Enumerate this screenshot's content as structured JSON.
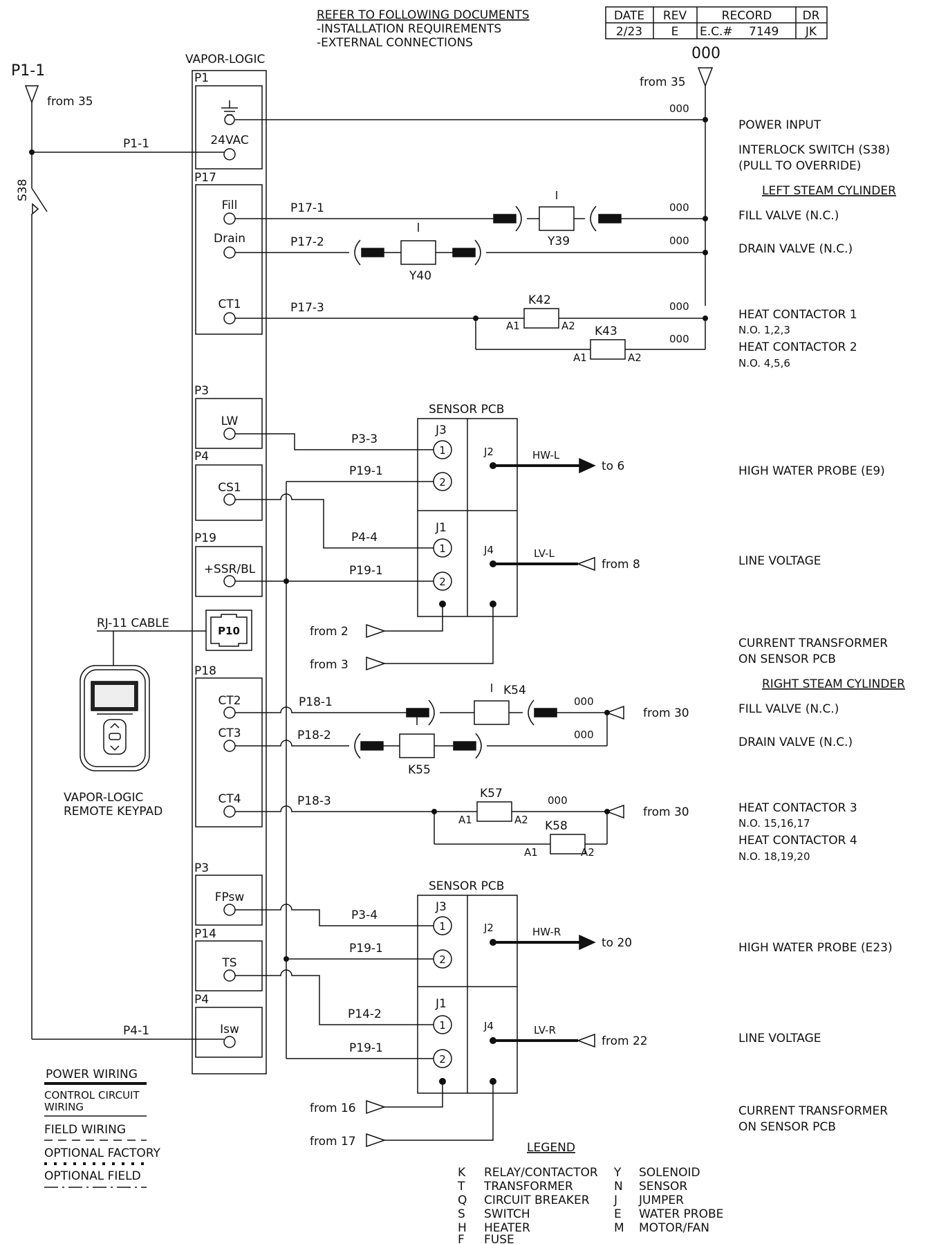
{
  "title_block": {
    "headers": [
      "DATE",
      "REV",
      "RECORD",
      "DR"
    ],
    "values": [
      "2/23",
      "E",
      "E.C.#",
      "7149",
      "JK"
    ]
  },
  "refer_notes": {
    "heading": "REFER TO FOLLOWING DOCUMENTS",
    "items": [
      "-INSTALLATION REQUIREMENTS",
      "-EXTERNAL CONNECTIONS"
    ]
  },
  "controller": {
    "title": "VAPOR-LOGIC",
    "groups": [
      "P1",
      "P17",
      "P3",
      "P4",
      "P19",
      "P18",
      "P3",
      "P14",
      "P4"
    ],
    "terminals": [
      "24VAC",
      "Fill",
      "Drain",
      "CT1",
      "LW",
      "CS1",
      "+SSR/BL",
      "CT2",
      "CT3",
      "CT4",
      "FPsw",
      "TS",
      "Isw"
    ],
    "p10_label": "P10"
  },
  "left_side": {
    "p1_1_big": "P1-1",
    "from_35": "from 35",
    "p1_1_wire": "P1-1",
    "s38": "S38",
    "p4_1": "P4-1",
    "rj11": "RJ-11 CABLE",
    "keypad_label_1": "VAPOR-LOGIC",
    "keypad_label_2": "REMOTE KEYPAD"
  },
  "right_bus": {
    "node_label": "000",
    "from_35": "from 35",
    "wire_label": "000"
  },
  "wires": {
    "p17_1": "P17-1",
    "p17_2": "P17-2",
    "p17_3": "P17-3",
    "p3_3": "P3-3",
    "p19_1a": "P19-1",
    "p4_4": "P4-4",
    "p19_1b": "P19-1",
    "p18_1": "P18-1",
    "p18_2": "P18-2",
    "p18_3": "P18-3",
    "p3_4": "P3-4",
    "p19_1c": "P19-1",
    "p14_2": "P14-2",
    "p19_1d": "P19-1"
  },
  "components": {
    "y39": "Y39",
    "y40": "Y40",
    "k42": "K42",
    "k43": "K43",
    "k54": "K54",
    "k55": "K55",
    "k57": "K57",
    "k58": "K58",
    "a1": "A1",
    "a2": "A2"
  },
  "sensor_pcb": {
    "title": "SENSOR PCB",
    "j3": "J3",
    "j1": "J1",
    "j2": "J2",
    "j4": "J4",
    "pin1": "1",
    "pin2": "2",
    "hw_l": "HW-L",
    "lv_l": "LV-L",
    "hw_r": "HW-R",
    "lv_r": "LV-R",
    "to_6": "to 6",
    "from_8": "from 8",
    "to_20": "to 20",
    "from_22": "from 22",
    "from_2": "from 2",
    "from_3": "from 3",
    "from_16": "from 16",
    "from_17": "from 17",
    "from_30": "from 30"
  },
  "right_labels": {
    "power_input": "POWER INPUT",
    "interlock_1": "INTERLOCK SWITCH (S38)",
    "interlock_2": "(PULL TO OVERRIDE)",
    "left_cyl": "LEFT STEAM CYLINDER",
    "fill_valve": "FILL VALVE (N.C.)",
    "drain_valve": "DRAIN VALVE (N.C.)",
    "hc1": "HEAT CONTACTOR 1",
    "hc1_no": "N.O.   1,2,3",
    "hc2": "HEAT CONTACTOR 2",
    "hc2_no": "N.O.   4,5,6",
    "hwp_e9": "HIGH WATER PROBE (E9)",
    "line_voltage": "LINE VOLTAGE",
    "ct_1": "CURRENT TRANSFORMER",
    "ct_2": "ON SENSOR PCB",
    "right_cyl": "RIGHT STEAM CYLINDER",
    "hc3": "HEAT CONTACTOR 3",
    "hc3_no": "N.O.  15,16,17",
    "hc4": "HEAT CONTACTOR 4",
    "hc4_no": "N.O.  18,19,20",
    "hwp_e23": "HIGH WATER PROBE (E23)"
  },
  "wiring_key": {
    "power": "POWER WIRING",
    "control_1": "CONTROL CIRCUIT",
    "control_2": "WIRING",
    "field": "FIELD WIRING",
    "opt_factory": "OPTIONAL FACTORY",
    "opt_field": "OPTIONAL FIELD"
  },
  "legend": {
    "title": "LEGEND",
    "left": [
      {
        "code": "K",
        "text": "RELAY/CONTACTOR"
      },
      {
        "code": "T",
        "text": "TRANSFORMER"
      },
      {
        "code": "Q",
        "text": "CIRCUIT BREAKER"
      },
      {
        "code": "S",
        "text": "SWITCH"
      },
      {
        "code": "H",
        "text": "HEATER"
      },
      {
        "code": "F",
        "text": "FUSE"
      }
    ],
    "right": [
      {
        "code": "Y",
        "text": "SOLENOID"
      },
      {
        "code": "N",
        "text": "SENSOR"
      },
      {
        "code": "J",
        "text": "JUMPER"
      },
      {
        "code": "E",
        "text": "WATER PROBE"
      },
      {
        "code": "M",
        "text": "MOTOR/FAN"
      }
    ]
  }
}
